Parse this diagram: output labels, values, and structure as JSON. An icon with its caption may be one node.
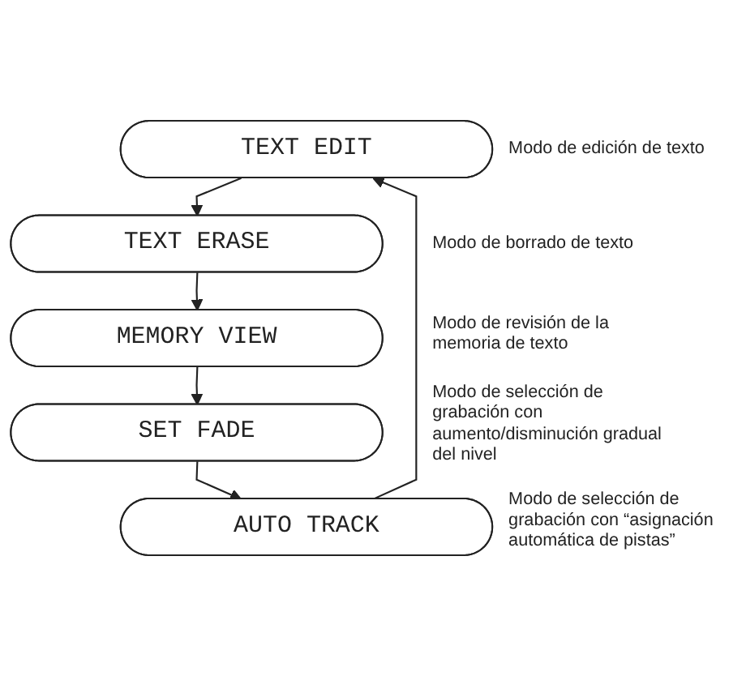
{
  "diagram": {
    "nodes": [
      {
        "text": [
          "TEXT EDIT"
        ],
        "beside": [
          "Modo de edición de texto"
        ]
      },
      {
        "text": [
          "TEXT ERASE"
        ],
        "beside": [
          "Modo de borrado de texto"
        ]
      },
      {
        "text": [
          "MEMORY VIEW"
        ],
        "beside": [
          "Modo de revisión de la memoria de texto"
        ]
      },
      {
        "text": [
          "SET FADE"
        ],
        "beside": [
          "Modo de selección de grabación con aumento/disminución gradual del nivel"
        ]
      },
      {
        "text": [
          "AUTO TRACK"
        ],
        "beside": [
          "Modo de selección de grabación con “asignación automática de pistas”"
        ]
      }
    ],
    "edges": [
      {
        "from": 0,
        "to": 1,
        "arrow": "to"
      },
      {
        "from": 1,
        "to": 2,
        "arrow": "to"
      },
      {
        "from": 2,
        "to": 3,
        "arrow": "to"
      },
      {
        "from": 3,
        "to": 4,
        "arrow": "to"
      },
      {
        "from": 4,
        "to": 0,
        "arrow": "to"
      }
    ]
  }
}
